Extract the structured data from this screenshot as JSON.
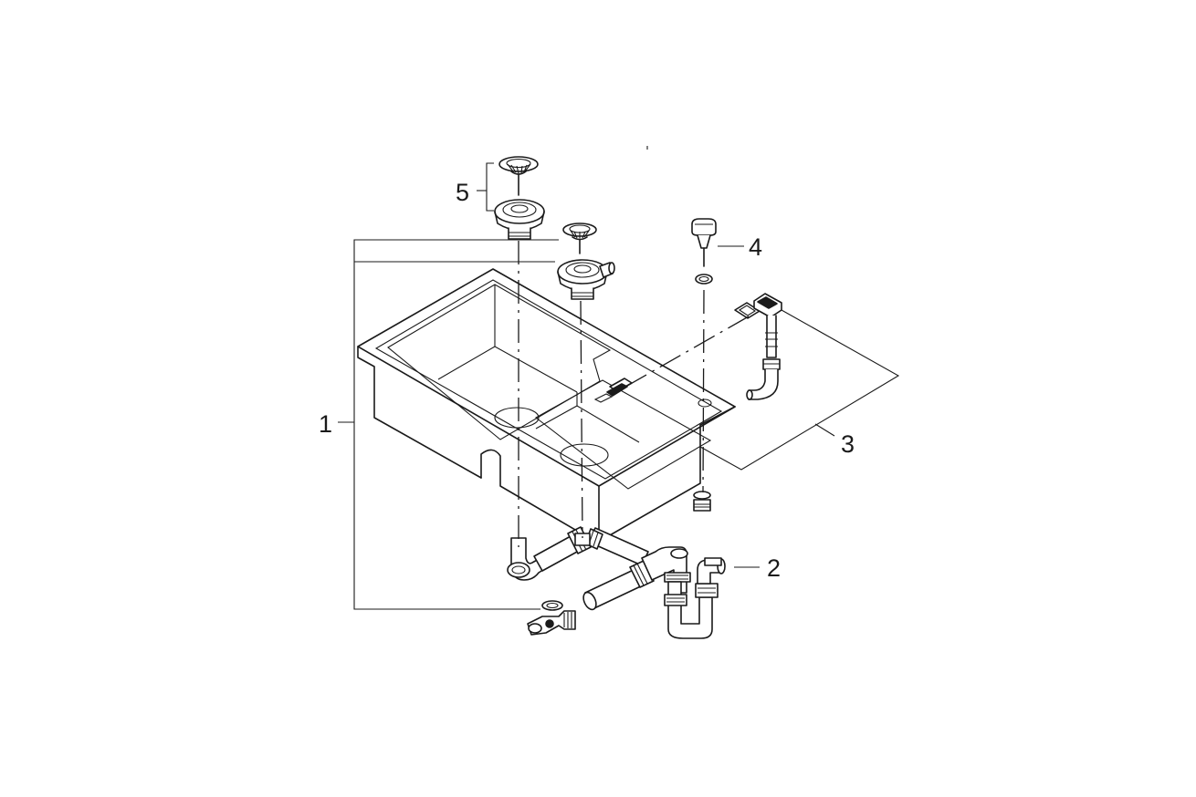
{
  "callouts": {
    "label_1": "1",
    "label_2": "2",
    "label_3": "3",
    "label_4": "4",
    "label_5": "5"
  },
  "icons": [
    "sink-icon",
    "strainer-basket-icon",
    "strainer-waste-icon",
    "siphon-trap-icon",
    "overflow-icon",
    "valve-button-icon"
  ],
  "colors": {
    "line": "#1a1a1a",
    "background": "#ffffff"
  }
}
